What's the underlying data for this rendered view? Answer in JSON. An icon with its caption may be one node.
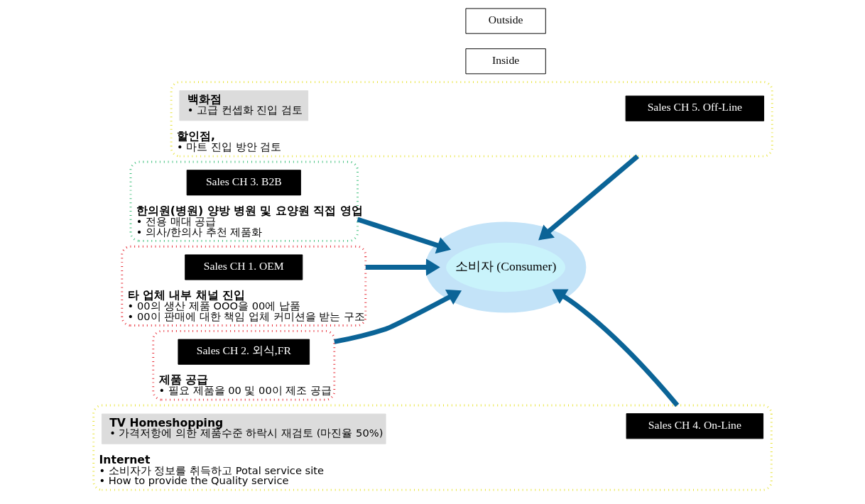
{
  "diagram": {
    "nodes": [
      {
        "text": [
          "타 업체 내부 채널 진입",
          "• 00의 생산 제품 OOO을 00에 납품",
          "• 00이 판매에 대한 책임 업체 커미션을 받는 구조"
        ]
      },
      {
        "text": [
          "Sales CH 1. OEM"
        ],
        "in": 0
      },
      {
        "text": [
          "Inside"
        ]
      },
      {
        "text": [
          "Outside"
        ]
      },
      {
        "text": [
          "할인점,",
          "• 마트 진입 방안 검토"
        ]
      },
      {
        "text": [
          "Sales CH 5. Off-Line"
        ],
        "in": 4
      },
      {
        "text": [
          "백화점",
          "• 고급 컨셉화 진입 검토"
        ],
        "in": 4
      },
      {
        "text": [
          "소비자 (Consumer)"
        ]
      },
      {
        "text": [
          "제품 공급",
          "• 필요 제품을 00 및 00이 제조 공급"
        ]
      },
      {
        "text": [
          "Sales CH 2. 외식,FR"
        ],
        "in": 8
      },
      {
        "text": [
          "Internet",
          "• 소비자가 정보를 취득하고 Potal service site",
          "• How to provide the Quality service"
        ]
      },
      {
        "text": [
          "Sales CH 4. On-Line"
        ],
        "in": 10
      },
      {
        "text": [
          "TV Homeshopping",
          "• 가격저항에 의한 제품수준 하락시 재검토 (마진율 50%)"
        ],
        "in": 10
      },
      {
        "text": [
          "한의원(병원) 양방 병원 및 요양원 직접 영업",
          "• 전용 매대 공급",
          "• 의사/한의사 추천 제품화"
        ]
      },
      {
        "text": [
          "Sales CH 3. B2B"
        ],
        "in": 13
      }
    ],
    "edges": [
      {
        "from": 0,
        "to": 7,
        "arrow": "to"
      },
      {
        "from": 4,
        "to": 7,
        "arrow": "to"
      },
      {
        "from": 8,
        "to": 7,
        "arrow": "to"
      },
      {
        "from": 10,
        "to": 7,
        "arrow": "to"
      },
      {
        "from": 13,
        "to": 7,
        "arrow": "to"
      }
    ]
  }
}
